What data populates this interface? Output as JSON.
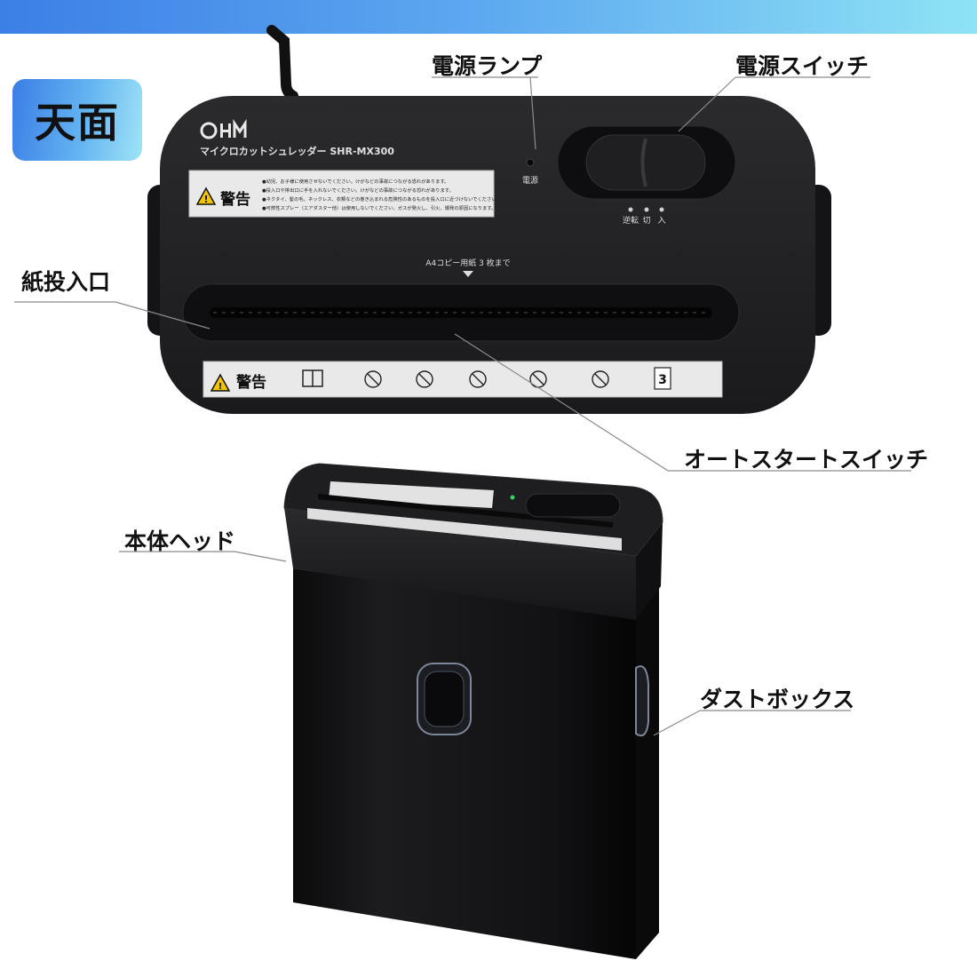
{
  "view_label": "天面",
  "callouts": {
    "power_lamp": "電源ランプ",
    "power_switch": "電源スイッチ",
    "paper_slot": "紙投入口",
    "auto_start_switch": "オートスタートスイッチ",
    "main_head": "本体ヘッド",
    "dust_box": "ダストボックス"
  },
  "device": {
    "brand": "OHM",
    "model_line": "マイクロカットシュレッダー SHR-MX300",
    "power_text": "電源",
    "switch_positions": [
      "逆転",
      "切",
      "入"
    ],
    "paper_hint": "A4コピー用紙 3 枚まで",
    "warning_title": "警告",
    "warning_lines": [
      "●幼児、お子様に使用させないでください。けがなどの事故につながる恐れがあります。",
      "●投入口や排出口に手を入れないでください。けがなどの事故につながる恐れがあります。",
      "●ネクタイ、髪の毛、ネックレス、衣類などの巻き込まれる危険性のあるものを投入口に近づけないでください。",
      "●可燃性スプレー（エアダスター他）は使用しないでください。ガスが発火し、引火、爆発の原因になります。"
    ],
    "warning_strip_icons": [
      "取扱説明書参照",
      "子供使用禁止",
      "手を入れるな",
      "可燃性スプレー禁止",
      "髪の毛の巻き込み注意",
      "衣類の巻き込み注意",
      "最大細断枚数3枚"
    ],
    "sheet_count": "3"
  },
  "colors": {
    "band_start": "#3c7fe6",
    "band_end": "#8fe3f5",
    "device_body": "#1e1e20",
    "label_bg": "#e9e9e9"
  }
}
